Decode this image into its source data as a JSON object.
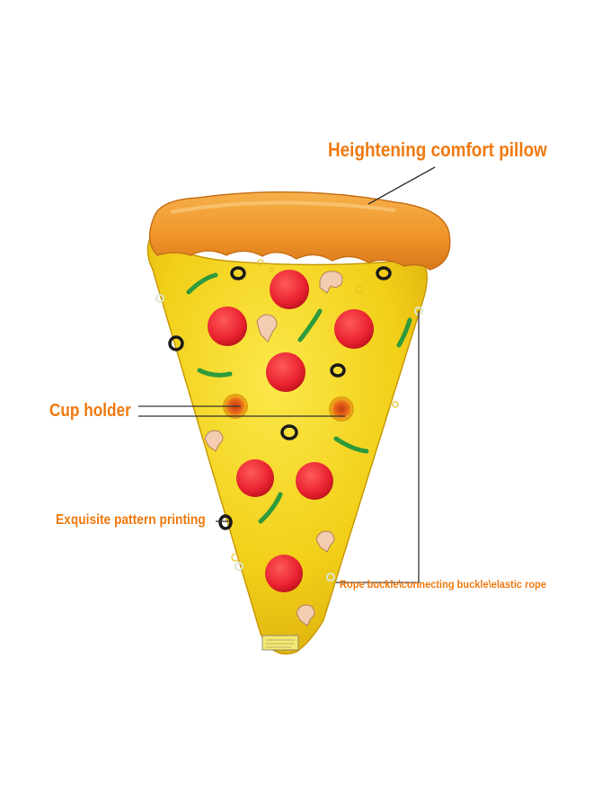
{
  "callouts": {
    "pillow": "Heightening comfort pillow",
    "cup_holder": "Cup holder",
    "pattern": "Exquisite pattern printing",
    "rope": "Rope buckle\\connecting buckle\\elastic rope"
  },
  "colors": {
    "label": "#f07a10",
    "slice": "#f3d21a",
    "crust": "#f29a2e",
    "pepperoni": "#e8212e",
    "olive": "#1a1a1a",
    "pepper": "#2e9a3c",
    "leader_line": "#333333"
  }
}
